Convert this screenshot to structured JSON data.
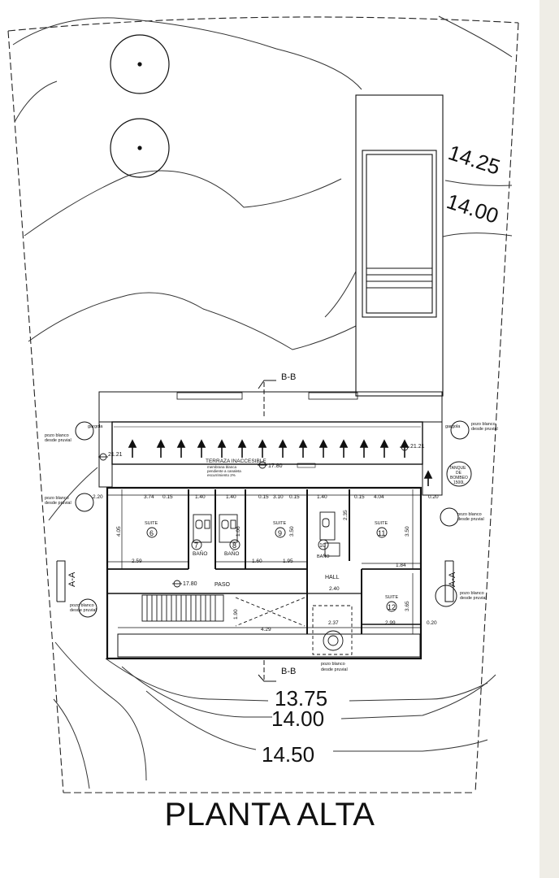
{
  "title": "PLANTA ALTA",
  "contours": {
    "c1425": "14.25",
    "c1400_top": "14.00",
    "c1375": "13.75",
    "c1400_bottom": "14.00",
    "c1450": "14.50"
  },
  "sections": {
    "aa": "A-A",
    "bb": "B-B"
  },
  "notes": {
    "pozo": "pozo blanco",
    "pozo_sub": "desde pruvial",
    "gargola": "gargola",
    "terraza": "TERRAZA INACCESIBLE",
    "terraza_sub1": "membrana blanca",
    "terraza_sub2": "pendiente a canaleta",
    "terraza_sub3": "escurrimiento 2%",
    "tanque1": "TANQUE",
    "tanque2": "DE",
    "tanque3": "BOMBEO",
    "tanque4": "1500L"
  },
  "levels": {
    "l2121": "21.21",
    "l1780": "17.80"
  },
  "rooms": {
    "suite": "SUITE",
    "bano": "BAÑO",
    "paso": "PASO",
    "hall": "HALL",
    "n6": "6",
    "n7": "7",
    "n8": "8",
    "n9": "9",
    "n10": "10",
    "n11": "11",
    "n12": "12"
  },
  "dims": {
    "d374": "3.74",
    "d015": "0.15",
    "d140": "1.40",
    "d310": "3.10",
    "d404": "4.04",
    "d020": "0.20",
    "d220": "2.20",
    "d405": "4.05",
    "d259": "2.59",
    "d195": "1.95",
    "d240": "2.40",
    "d350": "3.50",
    "d235": "2.35",
    "d365": "3.65",
    "d299": "2.99",
    "d429": "4.29",
    "d184": "1.84",
    "d190": "1.90",
    "d237": "2.37",
    "d160": "1.60",
    "d106": "1.06"
  }
}
